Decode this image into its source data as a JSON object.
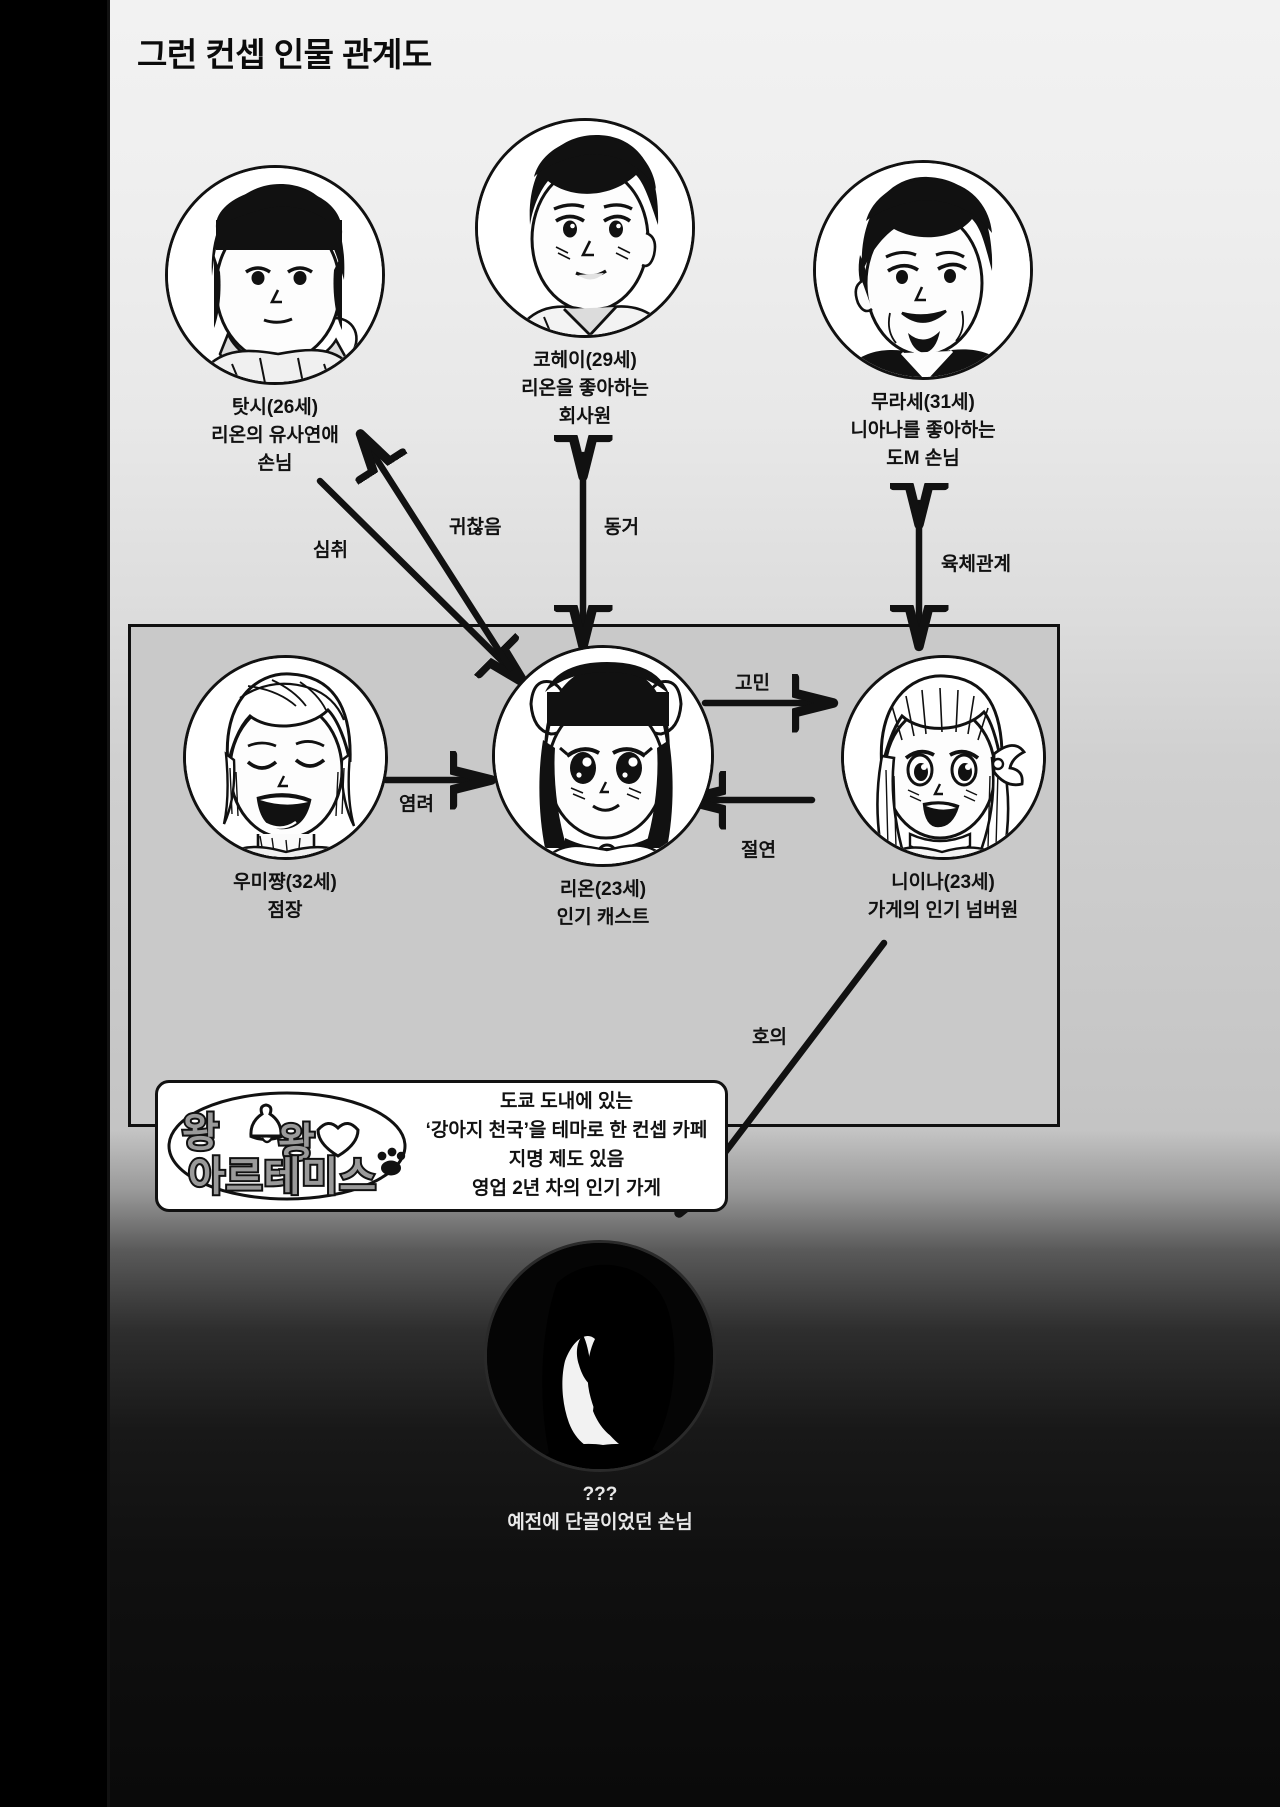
{
  "title": {
    "line1": "그런 컨셉",
    "line2": "인물 관계도",
    "full": "그런 컨셉\n인물 관계도"
  },
  "characters": {
    "tatsushi": {
      "name": "탓시(26세)",
      "desc": "리온의 유사연애\n손님",
      "caption": "탓시(26세)\n리온의 유사연애\n손님"
    },
    "kohei": {
      "name": "코헤이(29세)",
      "desc": "리온을 좋아하는\n회사원",
      "caption": "코헤이(29세)\n리온을 좋아하는\n회사원"
    },
    "murase": {
      "name": "무라세(31세)",
      "desc": "니아나를 좋아하는\n도M 손님",
      "caption": "무라세(31세)\n니아나를 좋아하는\n도M 손님"
    },
    "umichan": {
      "name": "우미쨩(32세)",
      "desc": "점장",
      "caption": "우미쨩(32세)\n점장"
    },
    "rion": {
      "name": "리온(23세)",
      "desc": "인기 캐스트",
      "caption": "리온(23세)\n인기 캐스트"
    },
    "niina": {
      "name": "니이나(23세)",
      "desc": "가게의 인기 넘버원",
      "caption": "니이나(23세)\n가게의 인기 넘버원"
    },
    "unknown": {
      "name": "???",
      "desc": "예전에 단골이었던 손님",
      "caption": "???\n예전에 단골이었던 손님"
    }
  },
  "relations": {
    "simchwi": "심취",
    "gwichanheum": "귀찮음",
    "donggeo": "동거",
    "yukche": "육체관계",
    "yeomryeo": "염려",
    "gomin": "고민",
    "jeolyeon": "절연",
    "houi": "호의"
  },
  "cafe": {
    "logo_line1_a": "왕",
    "logo_line1_b": "왕",
    "logo_line2": "아르테미스",
    "info": "도쿄 도내에 있는\n‘강아지 천국’을 테마로 한 컨셉 카페\n지명 제도 있음\n영업 2년 차의 인기 가게",
    "info_line1": "도쿄 도내에 있는",
    "info_line2": "‘강아지 천국’을 테마로 한 컨셉 카페",
    "info_line3": "지명 제도 있음",
    "info_line4": "영업 2년 차의 인기 가게"
  },
  "colors": {
    "ink": "#111111",
    "paper": "#efefef",
    "group_box": "#c9c9c9",
    "dark_bg": "#0a0a0a",
    "logo_fill": "#9a9a9a"
  }
}
